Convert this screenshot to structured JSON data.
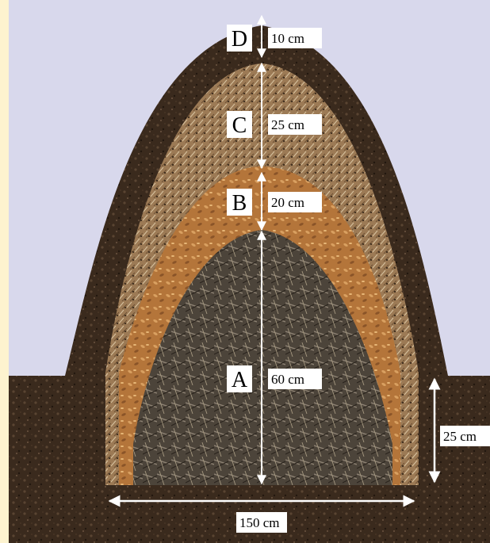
{
  "layers": [
    {
      "letter": "D",
      "thickness": "10 cm"
    },
    {
      "letter": "C",
      "thickness": "25 cm"
    },
    {
      "letter": "B",
      "thickness": "20 cm"
    },
    {
      "letter": "A",
      "thickness": "60 cm"
    }
  ],
  "dimensions": {
    "trench_depth": "25 cm",
    "base_width": "150 cm"
  },
  "colors": {
    "sky": "#d8d8ec",
    "left_strip": "#fdf3cf",
    "soil": "#3a2a1d",
    "layer_c": "#a07c58",
    "layer_b": "#b77a3c",
    "layer_a": "#5a5044",
    "label_box": "#ffffff",
    "arrow": "#ffffff"
  }
}
